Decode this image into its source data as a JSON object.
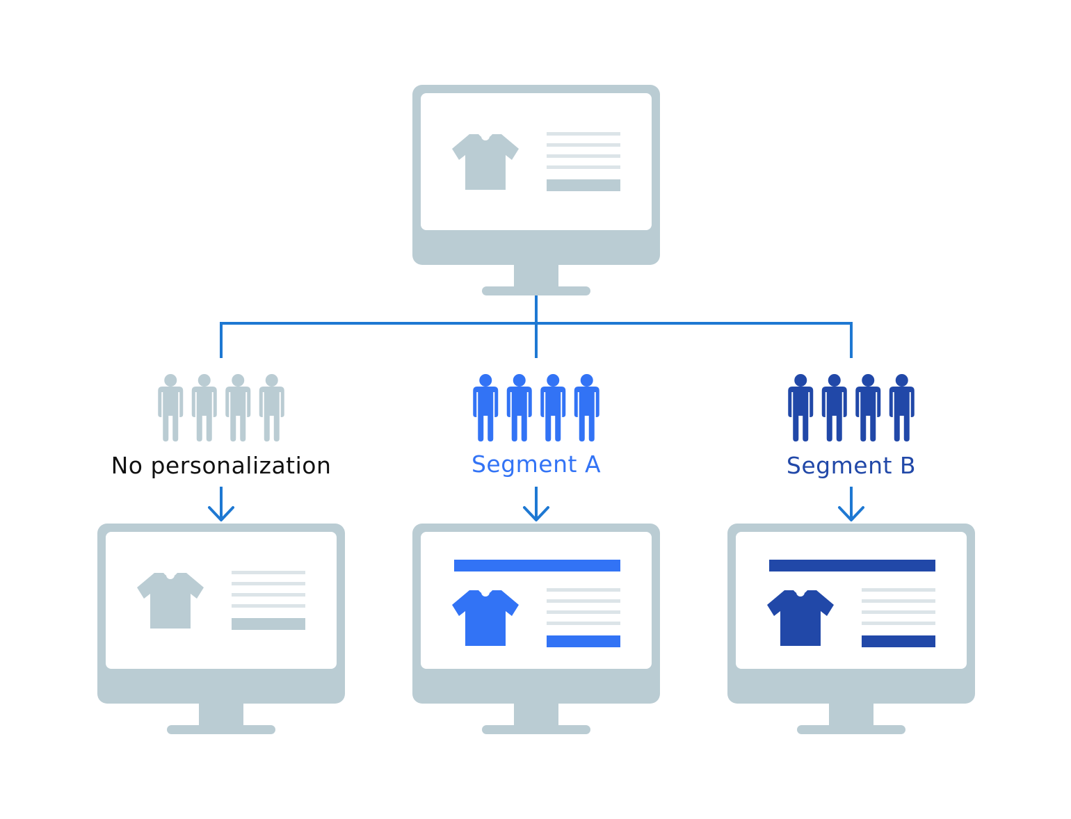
{
  "diagram": {
    "colors": {
      "monitor": "#BACCD3",
      "screen": "#FFFFFF",
      "text_line": "#DCE4E8",
      "connector": "#1E78D2",
      "neutral": "#BACCD3",
      "segment_a": "#3273F5",
      "segment_b": "#2148A8",
      "label_neutral": "#111111"
    },
    "source": {
      "name": "source-website",
      "variant": "plain"
    },
    "branches": [
      {
        "key": "no-personalization",
        "label": "No personalization",
        "color_key": "neutral",
        "label_color_key": "label_neutral",
        "variant": "plain",
        "people_icon": "person-icon",
        "people_count": 4
      },
      {
        "key": "segment-a",
        "label": "Segment A",
        "color_key": "segment_a",
        "label_color_key": "segment_a",
        "variant": "banner",
        "people_icon": "person-icon",
        "people_count": 4
      },
      {
        "key": "segment-b",
        "label": "Segment B",
        "color_key": "segment_b",
        "label_color_key": "segment_b",
        "variant": "banner",
        "people_icon": "person-icon",
        "people_count": 4
      }
    ]
  }
}
